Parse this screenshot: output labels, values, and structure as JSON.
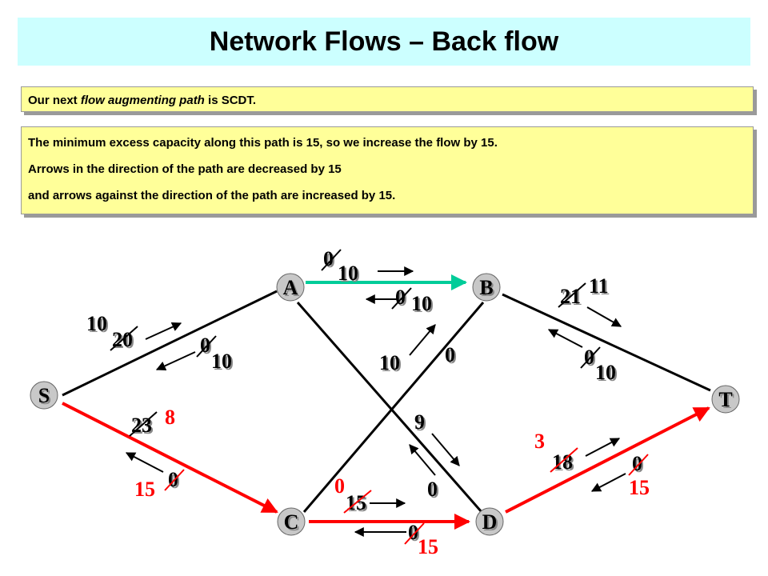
{
  "title": "Network Flows – Back flow",
  "note1": {
    "prefix": "Our next ",
    "emphasis": "flow augmenting path",
    "suffix": "  is SCDT."
  },
  "note2": {
    "line1": "The minimum excess capacity along this path is 15, so we increase the flow by 15.",
    "line2": "Arrows in the direction of the path are decreased by 15",
    "line3": "and arrows against the direction of the path are increased by 15."
  },
  "nodes": {
    "S": "S",
    "A": "A",
    "B": "B",
    "C": "C",
    "D": "D",
    "T": "T"
  },
  "labels": {
    "sa_fwd_old": "20",
    "sa_fwd_new": "10",
    "sa_back_old": "0",
    "sa_back_new": "10",
    "ab_fwd_old": "0",
    "ab_fwd_new": "10",
    "ab_back_old": "0",
    "ab_back_new": "10",
    "bt_fwd_old": "21",
    "bt_fwd_new": "11",
    "bt_back_old": "0",
    "bt_back_new": "10",
    "cb_fwd": "10",
    "cb_back": "0",
    "ad_fwd": "9",
    "ad_back": "0",
    "sc_fwd_old": "23",
    "sc_fwd_new": "8",
    "sc_back_old": "0",
    "sc_back_new": "15",
    "cd_fwd_old": "15",
    "cd_fwd_new": "0",
    "cd_back_old": "0",
    "cd_back_new": "15",
    "dt_fwd_old": "18",
    "dt_fwd_new": "3",
    "dt_back_old": "0",
    "dt_back_new": "15"
  },
  "colors": {
    "path": "#ff0000",
    "ab_edge": "#00cc99",
    "node_fill": "#c8c8c8",
    "title_bg": "#ccffff",
    "note_bg": "#ffff99"
  }
}
